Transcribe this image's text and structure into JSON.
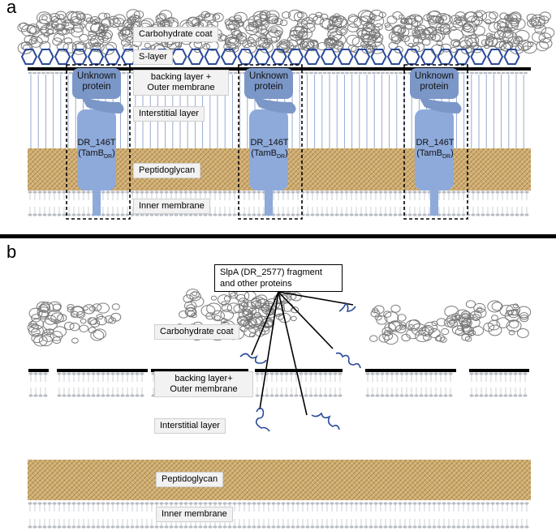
{
  "panels": {
    "a": {
      "letter": "a",
      "labels": {
        "carbohydrate_coat": "Carbohydrate coat",
        "s_layer": "S-layer",
        "backing_outer_line1": "backing layer +",
        "backing_outer_line2": "Outer membrane",
        "interstitial": "Interstitial layer",
        "peptidoglycan": "Peptidoglycan",
        "inner_membrane": "Inner membrane"
      },
      "proteins": [
        {
          "unknown_line1": "Unknown",
          "unknown_line2": "protein",
          "name": "DR_146T",
          "tam_base": "(TamB",
          "tam_sub": "DR",
          "tam_close": ")"
        },
        {
          "unknown_line1": "Unknown",
          "unknown_line2": "protein",
          "name": "DR_146T",
          "tam_base": "(TamB",
          "tam_sub": "DR",
          "tam_close": ")"
        },
        {
          "unknown_line1": "Unknown",
          "unknown_line2": "protein",
          "name": "DR_146T",
          "tam_base": "(TamB",
          "tam_sub": "DR",
          "tam_close": ")"
        }
      ]
    },
    "b": {
      "letter": "b",
      "callout_line1": "SlpA (DR_2577) fragment",
      "callout_line2": "and other proteins",
      "labels": {
        "carbohydrate_coat": "Carbohydrate coat",
        "backing_outer_line1": "backing layer+",
        "backing_outer_line2": "Outer membrane",
        "interstitial": "Interstitial layer",
        "peptidoglycan": "Peptidoglycan",
        "inner_membrane": "Inner membrane"
      }
    }
  },
  "colors": {
    "carbohydrate": "#6e6e6e",
    "s_layer": "#2a4a9a",
    "protein": "#8eaadb",
    "protein_dark": "#7b97c8",
    "peptidoglycan": "#c8a56a",
    "membrane": "#b8bcc4",
    "fragment": "#2a4a9a"
  }
}
